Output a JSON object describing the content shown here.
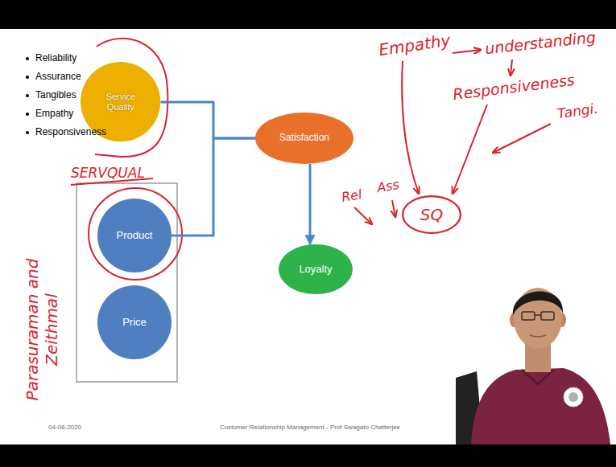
{
  "diagram": {
    "nodes": [
      {
        "text": [
          "Service Quality"
        ]
      },
      {
        "text": [
          "Product"
        ]
      },
      {
        "text": [
          "Price"
        ]
      },
      {
        "text": [
          "Satisfaction"
        ]
      },
      {
        "text": [
          "Loyalty"
        ]
      },
      {
        "text": [
          "SQ"
        ]
      }
    ],
    "edges": [
      {
        "from": 0,
        "to": 3,
        "arrow": "none"
      },
      {
        "from": 1,
        "to": 3,
        "arrow": "none"
      },
      {
        "from": 3,
        "to": 4,
        "arrow": "to"
      }
    ],
    "labels": [
      "Reliability",
      "Assurance",
      "Tangibles",
      "Empathy",
      "Responsiveness",
      "SERVQUAL",
      "Parasuraman and Zeithmal",
      "Empathy",
      "understanding",
      "Responsiveness",
      "Rel",
      "Ass",
      "Tangi.",
      "04-08-2020",
      "Customer Relationship Management - Prof Swagato Chatterjee"
    ]
  }
}
